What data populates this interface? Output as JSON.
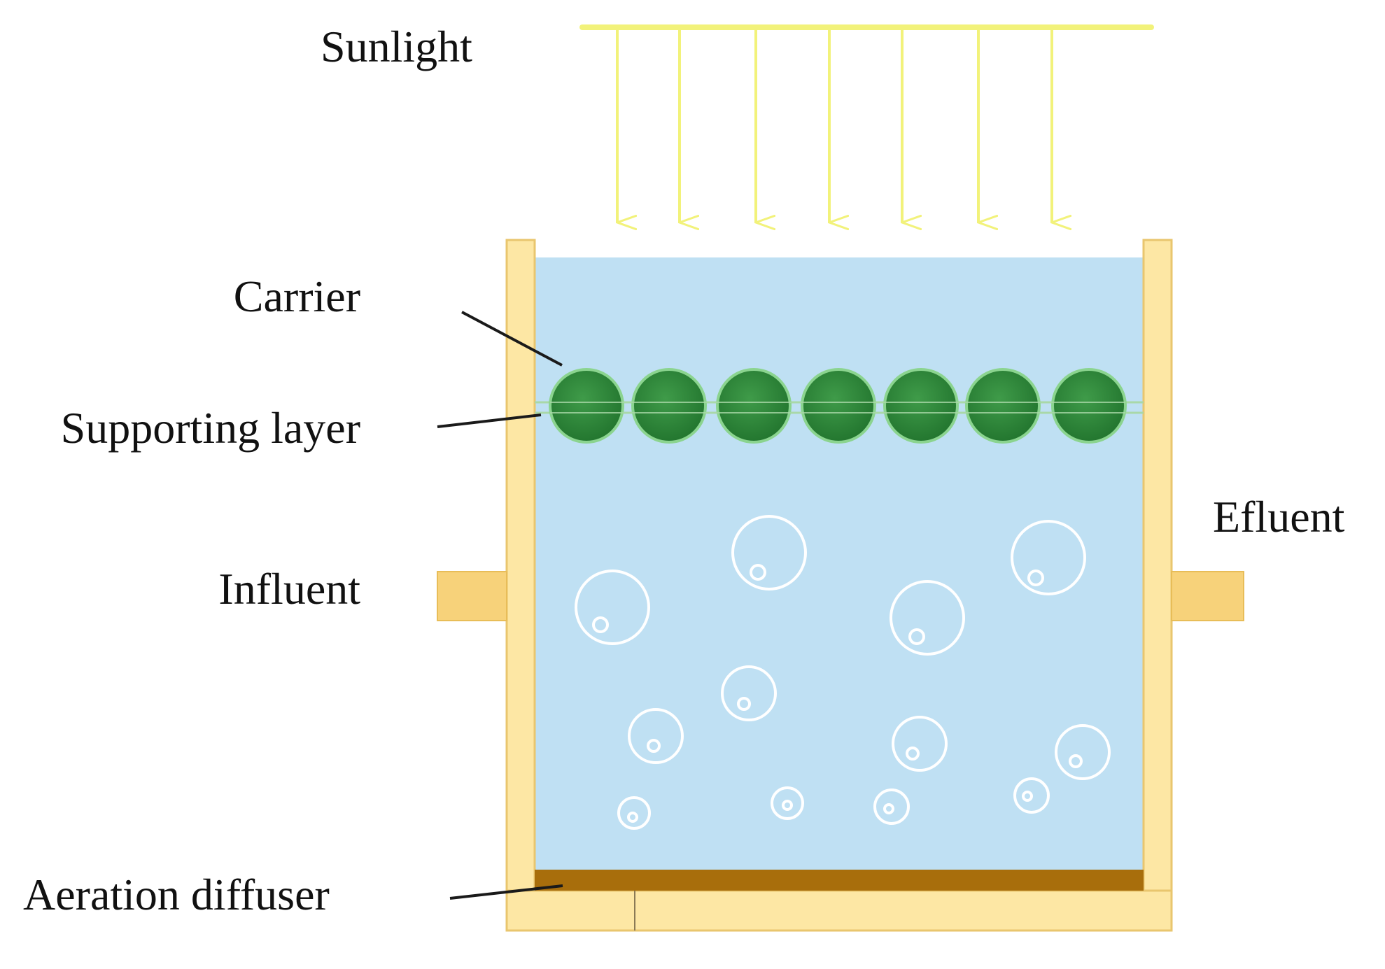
{
  "labels": {
    "sunlight": "Sunlight",
    "carrier": "Carrier",
    "supporting_layer": "Supporting layer",
    "influent": "Influent",
    "effluent": "Efluent",
    "aeration_diffuser": "Aeration diffuser"
  },
  "colors": {
    "sunlight_arrows": "#f2f27a",
    "tank_wall": "#fde7a4",
    "tank_wall_outline": "#e9c66e",
    "water": "#bfe0f3",
    "carrier_ball": "#2f8a3e",
    "carrier_ball_outline": "#8bd48f",
    "diffuser": "#a86e0c",
    "pipe": "#f7d27a",
    "bubble": "#ffffff",
    "leader_line": "#1a1a1a",
    "label_text": "#111111"
  },
  "counts": {
    "sunlight_arrows": 7,
    "carrier_balls": 7
  }
}
